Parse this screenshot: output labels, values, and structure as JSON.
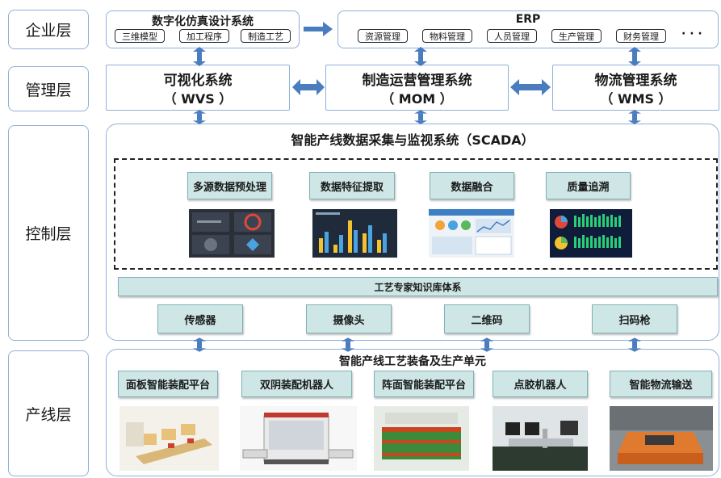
{
  "layers": {
    "enterprise": "企业层",
    "management": "管理层",
    "control": "控制层",
    "production": "产线层"
  },
  "enterprise": {
    "design_system": {
      "title": "数字化仿真设计系统",
      "items": [
        "三维模型",
        "加工程序",
        "制造工艺"
      ]
    },
    "erp": {
      "title": "ERP",
      "items": [
        "资源管理",
        "物料管理",
        "人员管理",
        "生产管理",
        "财务管理"
      ],
      "more": "· · ·"
    }
  },
  "management": {
    "wvs": {
      "name": "可视化系统",
      "abbr": "（ WVS ）"
    },
    "mom": {
      "name": "制造运营管理系统",
      "abbr": "（ MOM ）"
    },
    "wms": {
      "name": "物流管理系统",
      "abbr": "（ WMS ）"
    }
  },
  "control": {
    "scada_title": "智能产线数据采集与监视系统（SCADA）",
    "functions": [
      "多源数据预处理",
      "数据特征提取",
      "数据融合",
      "质量追溯"
    ],
    "knowledge_base": "工艺专家知识库体系",
    "devices": [
      "传感器",
      "摄像头",
      "二维码",
      "扫码枪"
    ]
  },
  "production": {
    "title": "智能产线工艺装备及生产单元",
    "units": [
      "面板智能装配平台",
      "双阴装配机器人",
      "阵面智能装配平台",
      "点胶机器人",
      "智能物流输送"
    ]
  },
  "colors": {
    "arrow": "#4a7cc0",
    "border": "#8fb0d8",
    "teal_fill": "#cfe6e6",
    "dashboard_bg": "#1f2a3a"
  }
}
